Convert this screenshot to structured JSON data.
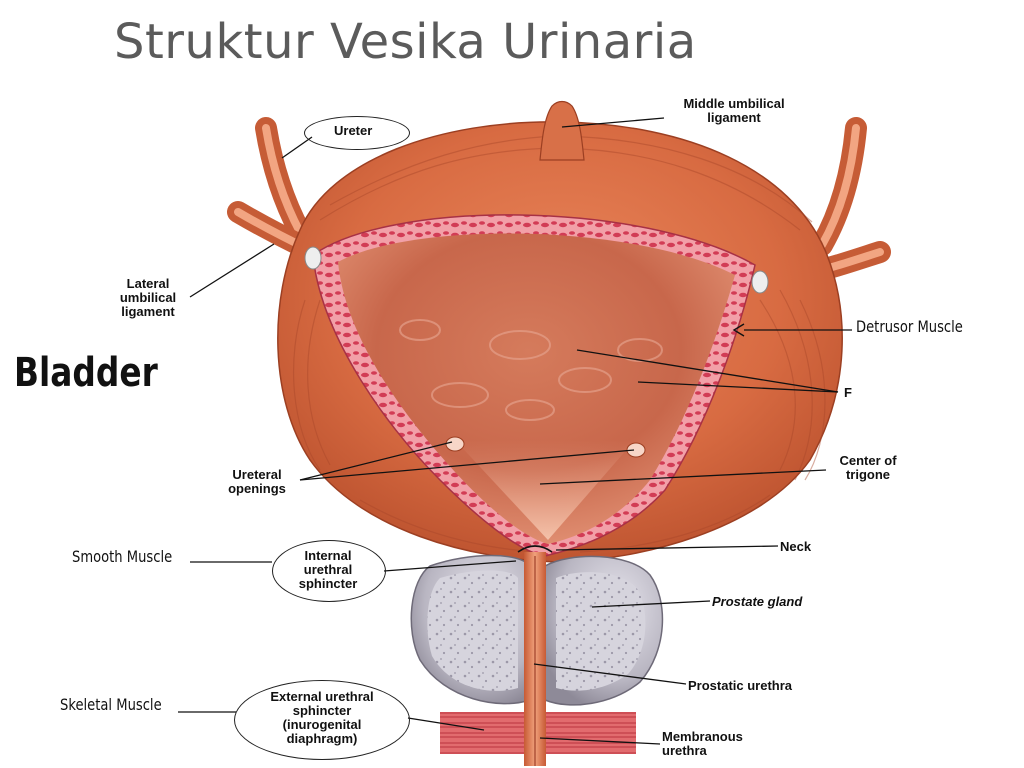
{
  "title": "Struktur Vesika Urinaria",
  "side_label": "Bladder",
  "annotations": {
    "smooth_muscle": "Smooth Muscle",
    "skeletal_muscle": "Skeletal Muscle",
    "detrusor_muscle": "Detrusor Muscle",
    "f_marker": "F"
  },
  "labels": {
    "ureter": "Ureter",
    "middle_umbilical_ligament": [
      "Middle umbilical",
      "ligament"
    ],
    "lateral_umbilical_ligament": [
      "Lateral",
      "umbilical",
      "ligament"
    ],
    "ureteral_openings": [
      "Ureteral",
      "openings"
    ],
    "center_of_trigone": [
      "Center of",
      "trigone"
    ],
    "neck": "Neck",
    "internal_urethral_sphincter": [
      "Internal",
      "urethral",
      "sphincter"
    ],
    "prostate_gland": "Prostate gland",
    "prostatic_urethra": "Prostatic urethra",
    "external_urethral_sphincter": [
      "External urethral",
      "sphincter",
      "(inurogenital",
      "diaphragm)"
    ],
    "membranous_urethra": [
      "Membranous",
      "urethra"
    ]
  }
}
